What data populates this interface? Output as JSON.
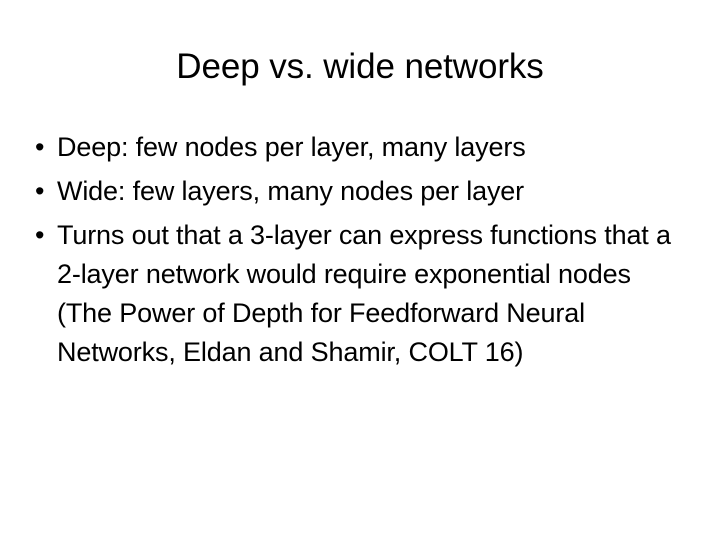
{
  "slide": {
    "title": "Deep vs. wide networks",
    "background_color": "#ffffff",
    "text_color": "#000000",
    "bullet_glyph": "•",
    "bullets": [
      {
        "text": "Deep: few nodes per layer, many layers"
      },
      {
        "text": "Wide: few layers, many nodes per layer"
      },
      {
        "text": "Turns out that a 3-layer can express functions that a 2-layer network would require exponential nodes (The Power of Depth for Feedforward Neural Networks, Eldan and Shamir, COLT 16)"
      }
    ]
  }
}
